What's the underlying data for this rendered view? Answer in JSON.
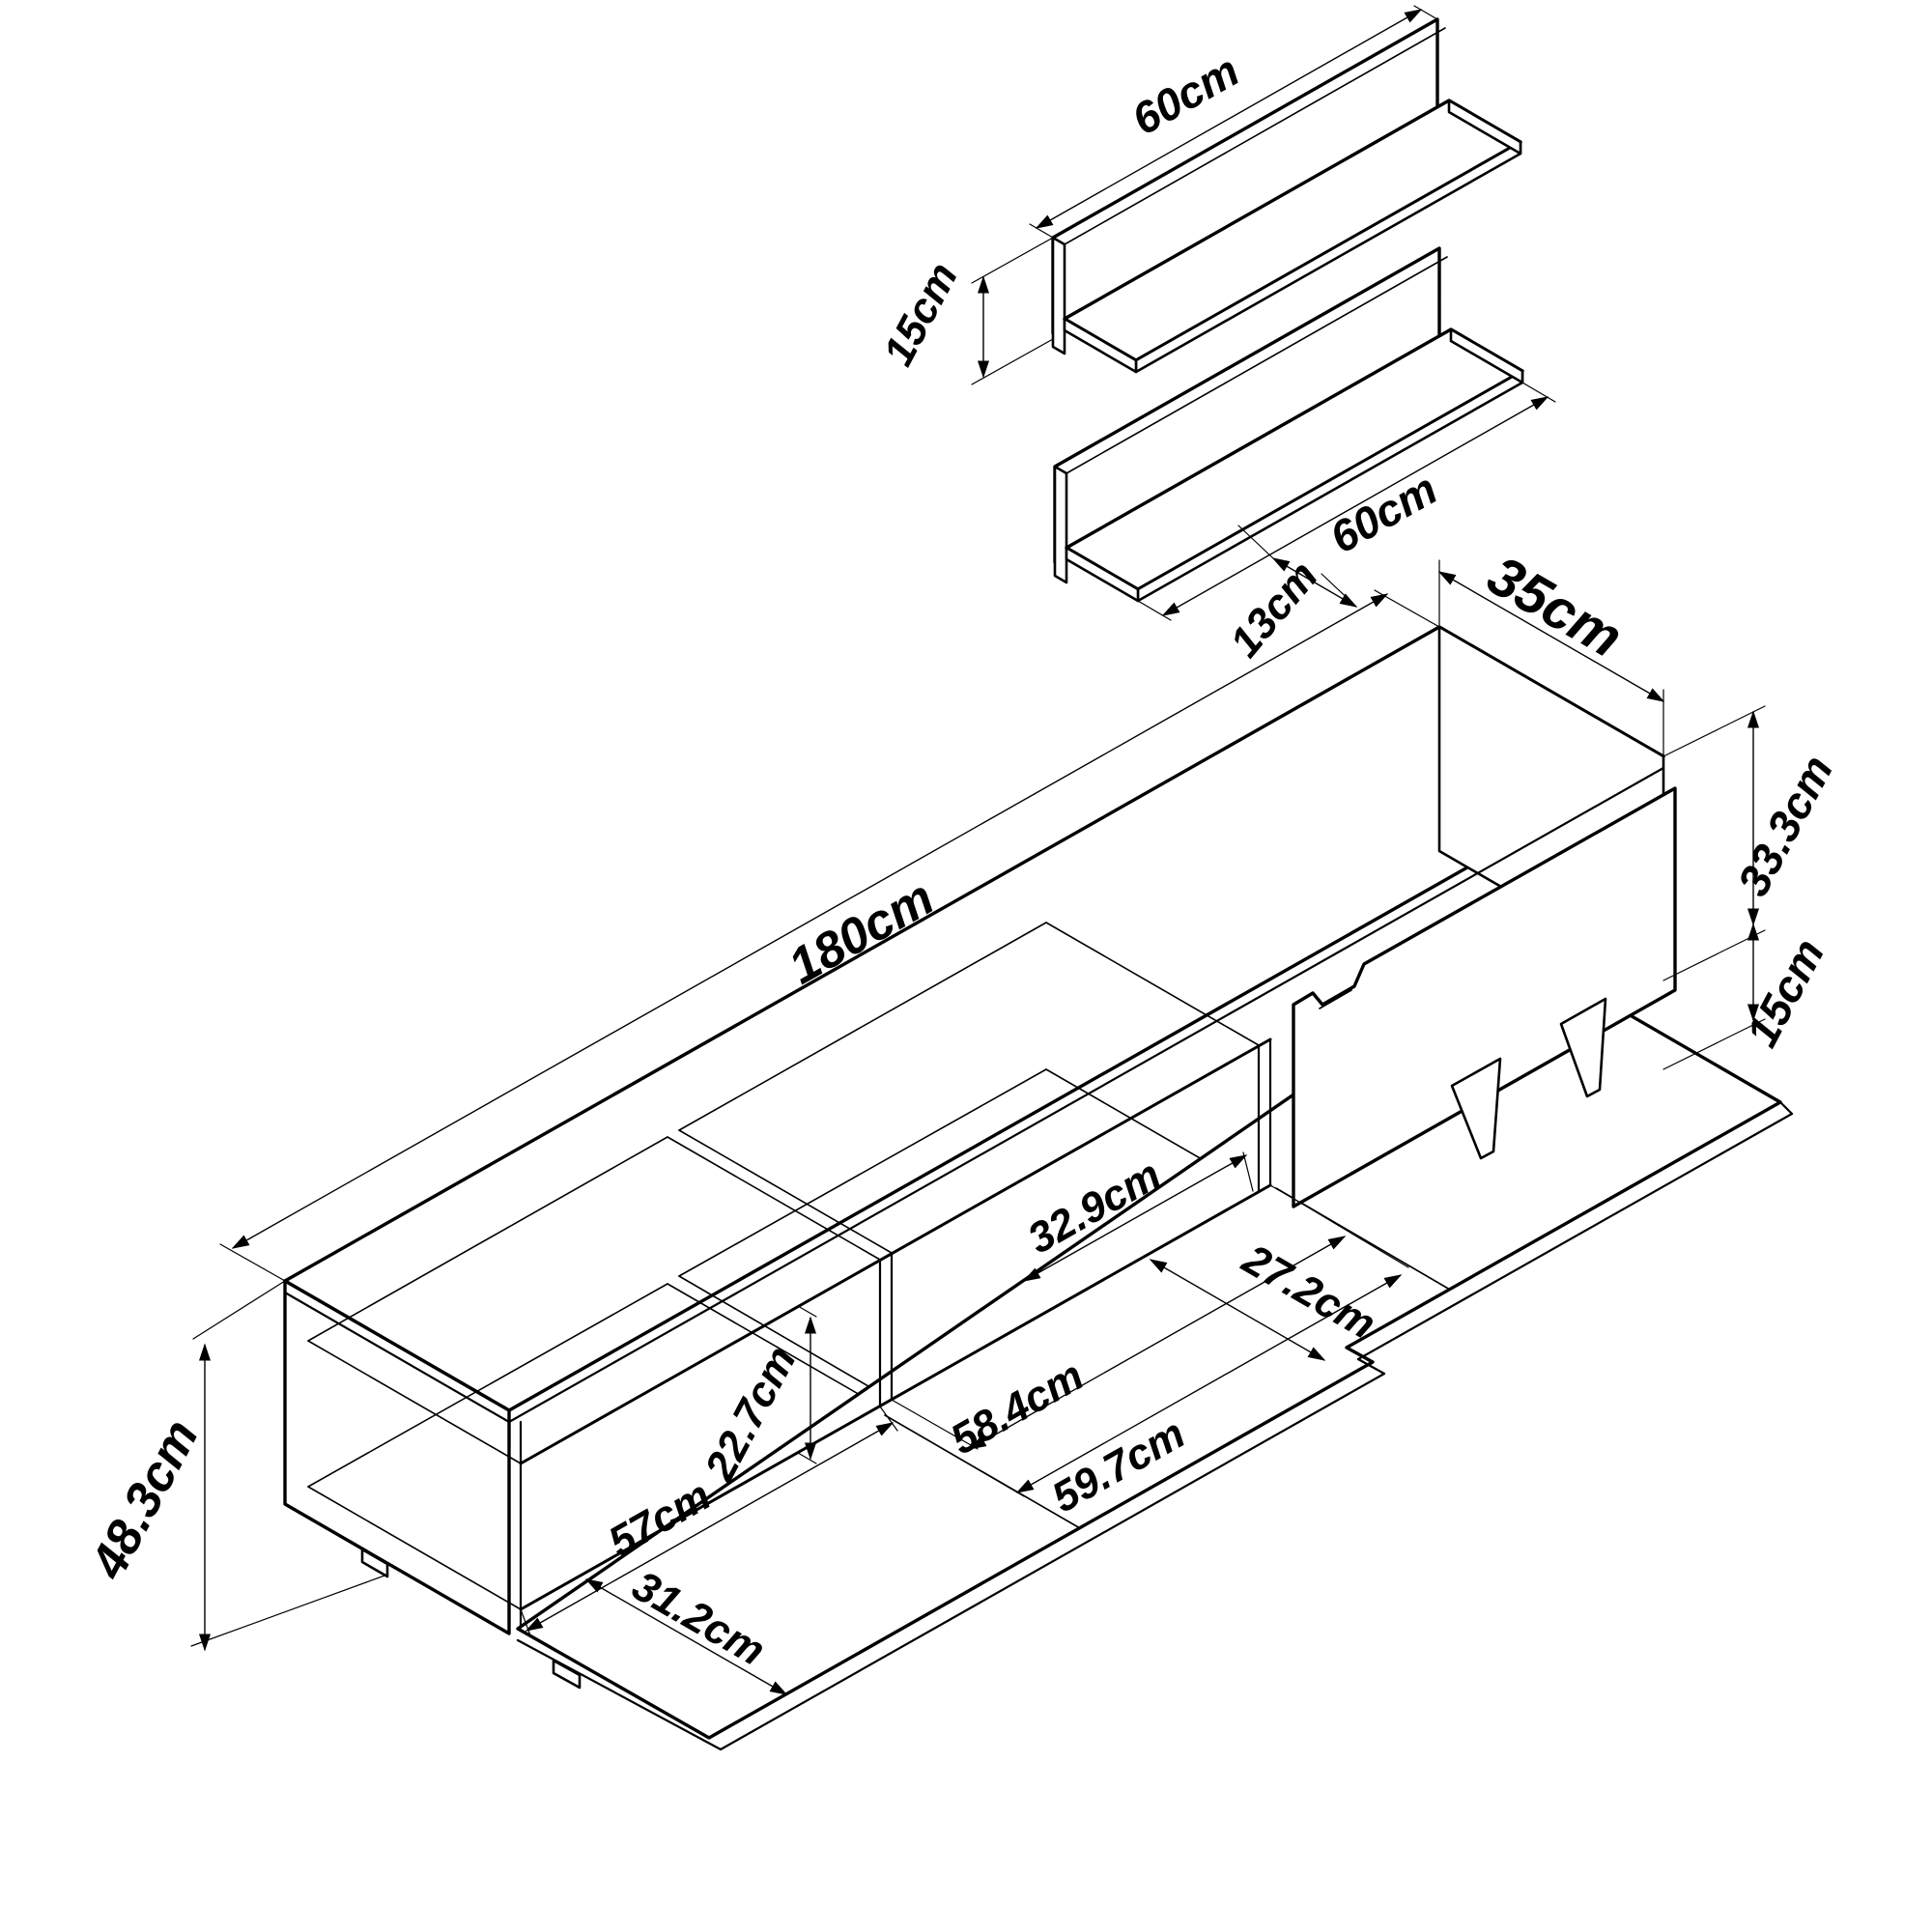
{
  "page": {
    "background": "#ffffff",
    "line_color": "#000000"
  },
  "dims": {
    "shelf_top_length": "60cm",
    "shelf_height": "15cm",
    "shelf_board_depth": "13cm",
    "shelf_bottom_length": "60cm",
    "stand_depth": "35cm",
    "stand_body_height": "33.3cm",
    "stand_leg_height": "15cm",
    "stand_length": "180cm",
    "stand_opening_right_width": "32.9cm",
    "stand_right_compartment_width": "58.4cm",
    "stand_board_length": "59.7cm",
    "stand_board_depth_right": "27.2cm",
    "stand_opening_height": "22.7cm",
    "stand_left_compartment_width": "57cm",
    "stand_total_height": "48.3cm",
    "stand_board_depth_left": "31.2cm"
  }
}
